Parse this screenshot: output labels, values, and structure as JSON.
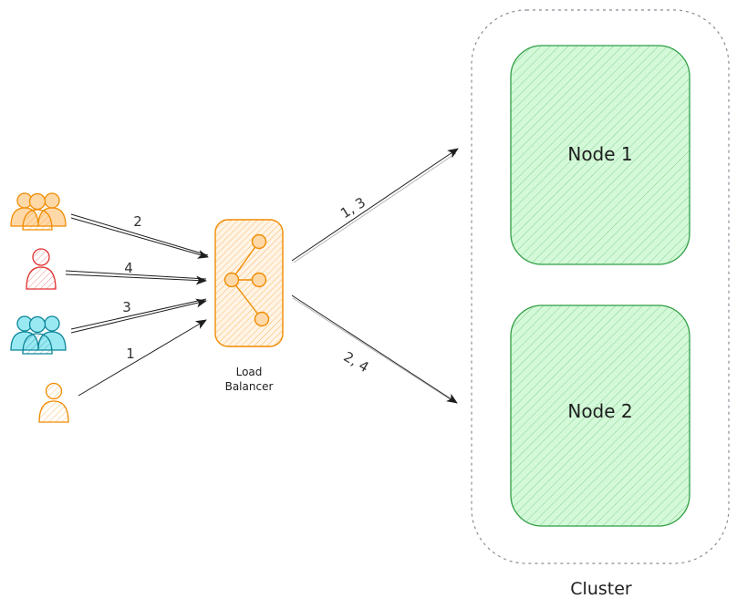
{
  "colors": {
    "orange": "#f08c00",
    "orange_fill": "#ffd8a8",
    "red": "#e03131",
    "red_fill": "#ffc9c9",
    "teal": "#0c8599",
    "teal_fill": "#99e9f2",
    "green": "#2f9e44",
    "green_fill": "#b2f2bb",
    "stroke": "#1e1e1e",
    "cluster_border": "#868e96"
  },
  "icons": {
    "user_group_orange": "users-icon",
    "user_red": "user-icon",
    "user_group_teal": "users-icon",
    "user_orange": "user-icon",
    "load_balancer": "share-network-icon"
  },
  "requests": [
    {
      "label": "2"
    },
    {
      "label": "4"
    },
    {
      "label": "3"
    },
    {
      "label": "1"
    }
  ],
  "load_balancer": {
    "label_line1": "Load",
    "label_line2": "Balancer"
  },
  "routes": [
    {
      "label": "1, 3"
    },
    {
      "label": "2, 4"
    }
  ],
  "nodes": [
    {
      "label": "Node 1"
    },
    {
      "label": "Node 2"
    }
  ],
  "cluster": {
    "label": "Cluster"
  }
}
